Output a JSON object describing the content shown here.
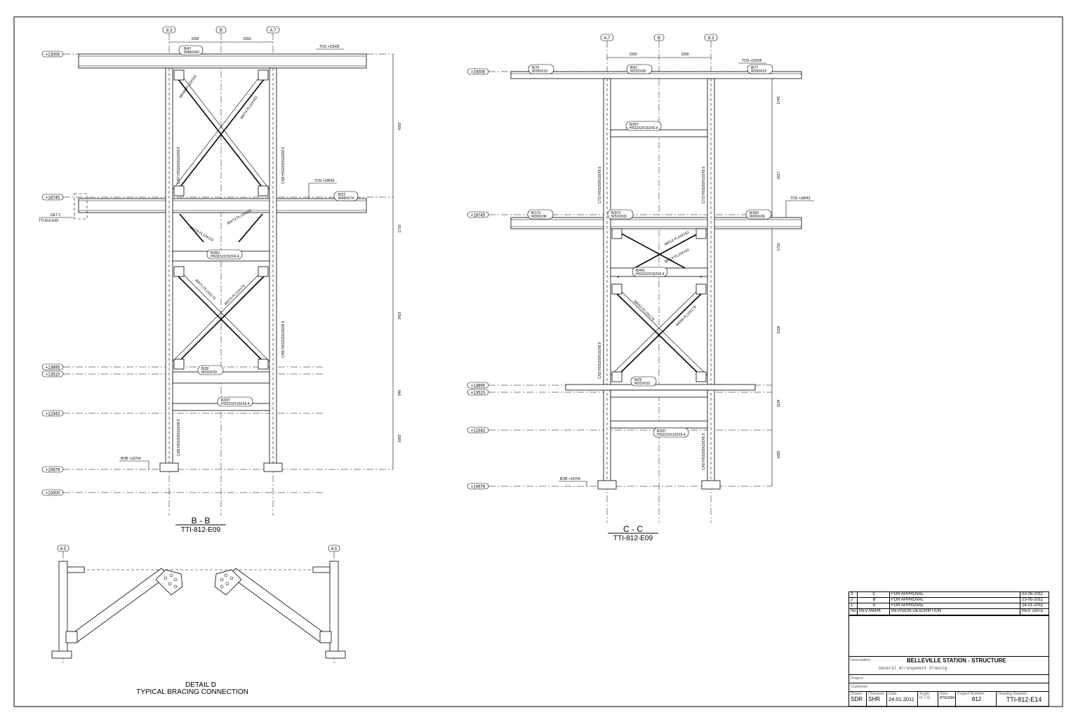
{
  "views": {
    "bb": {
      "grids": [
        "8.3",
        "B",
        "A.7"
      ],
      "spacings": [
        "1550",
        "1550"
      ],
      "levels": [
        "+23005",
        "+18745",
        "+13695",
        "+13510",
        "+12343",
        "+10679",
        "+10000"
      ],
      "vert_dims": [
        "4262",
        "1710",
        "3423",
        "948",
        "1682"
      ],
      "tos_top": "TOS +23005",
      "tos_mid": "TOS +18643",
      "bob": "BOB +10704",
      "det_ref": [
        "DET C",
        "TTI-812-E09"
      ],
      "members": [
        [
          "B/47",
          "W460X60"
        ],
        [
          "B/22",
          "W460X74"
        ],
        [
          "B/362",
          "HSS152X152X6.4"
        ],
        [
          "B/30",
          "W310X33"
        ],
        [
          "B/207",
          "HSS152X152X6.4"
        ]
      ],
      "braces": [
        "BR/68 PL10X152",
        "BR/74 PL10X152",
        "BR/79 PL10X152",
        "BR/73 PL10X152",
        "BR/71 PL10X179",
        "BR/75 PL10X179"
      ],
      "columns": [
        "C/87 HSS203X102X9.5",
        "C/86 HSS203X102X9.5",
        "C/85 HSS203X102X9.5",
        "C/89 HSS203X102X9.5"
      ],
      "title": "B - B",
      "ref": "TTI-812-E09"
    },
    "cc": {
      "grids": [
        "A.7",
        "B",
        "8.3"
      ],
      "spacings": [
        "1550",
        "1550"
      ],
      "levels": [
        "+23005",
        "+18745",
        "+13695",
        "+13510",
        "+12343",
        "+10679"
      ],
      "vert_dims": [
        "1745",
        "2617",
        "1710",
        "3226",
        "1134",
        "1682"
      ],
      "tos_top": "TOS +23005",
      "tos_mid": "TOS +18643",
      "bob": "BOB +10704",
      "members": [
        [
          "B/76",
          "W200X19"
        ],
        [
          "B/51",
          "W310X28"
        ],
        [
          "B/77",
          "W200X19"
        ],
        [
          "B/207",
          "HSS152X152X6.4"
        ],
        [
          "B/173",
          "W200X36"
        ],
        [
          "B/373",
          "W510X33"
        ],
        [
          "B/300",
          "W200X36"
        ],
        [
          "B/441",
          "HSS152X152X6.4"
        ],
        [
          "B/29",
          "W310X33"
        ],
        [
          "B/207",
          "HSS152X152X6.4"
        ]
      ],
      "braces": [
        "BR/12 PL10X152",
        "BR/13 PL10X152",
        "BR/52 PL10X179",
        "BR/56 PL10X179"
      ],
      "columns": [
        "C/72 HSS203X102X9.5",
        "C/73 HSS203X102X9.5",
        "C/52 HSS203X102X9.5",
        "C/60 HSS203X102X9.5"
      ],
      "title": "C - C",
      "ref": "TTI-812-E09"
    },
    "detail": {
      "grids": [
        "6.5",
        "8.5"
      ],
      "title": "DETAIL D",
      "subtitle": "TYPICAL BRACING CONNECTION"
    }
  },
  "revisions": {
    "rows": [
      [
        "3",
        "C",
        "FOR APPROVAL",
        "03-06-2011"
      ],
      [
        "2",
        "B",
        "FOR APPROVAL",
        "23-05-2011"
      ],
      [
        "1",
        "A",
        "FOR APPROVAL",
        "24-01-2011"
      ]
    ],
    "header": [
      "No",
      "REV MARK",
      "REVISION DESCRIPTION",
      "REV. DATE"
    ]
  },
  "titleblock": {
    "description_label": "Description:",
    "description": "BELLEVILLE STATION - STRUCTURE",
    "subdescription": "General Arrangement Drawing",
    "project_label": "Project:",
    "customer_label": "Customer:",
    "drawn_label": "Drawn:",
    "drawn": "SDR",
    "checked_label": "Checked:",
    "checked": "SHR",
    "date_label": "Date:",
    "date": "24.01.2011",
    "scale_label": "Scale:",
    "scale": "N.T.S.",
    "size_label": "Size:",
    "size": "879x584",
    "project_number_label": "Project Number:",
    "project_number": "812",
    "drawing_number_label": "Drawing Number:",
    "drawing_number": "TTI-812-E14"
  }
}
